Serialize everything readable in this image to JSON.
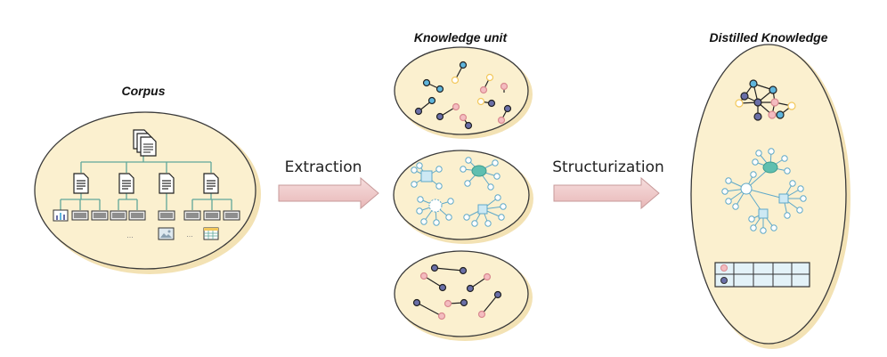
{
  "titles": {
    "corpus": "Corpus",
    "knowledge_unit": "Knowledge unit",
    "distilled": "Distilled Knowledge"
  },
  "arrows": {
    "extraction": "Extraction",
    "structurization": "Structurization"
  },
  "ellipsis": "...",
  "colors": {
    "blob_fill": "#fbf0cf",
    "blob_shadow": "#f3e2b4",
    "outline": "#3a3a3a",
    "arrow_fill": "#f1cccc",
    "arrow_stroke": "#c79a9a",
    "tree_line": "#5fa79a",
    "node_blue": "#5fb5dc",
    "node_purple": "#6a6fa8",
    "node_pink": "#f4bcc0",
    "node_yellow": "#f3c85c",
    "node_teal": "#5fbfb0",
    "node_light": "#cde9f4",
    "table_fill": "#e3f2f8"
  },
  "icons": [
    "document-stack-icon",
    "document-icon",
    "chart-icon",
    "image-icon",
    "table-icon"
  ]
}
